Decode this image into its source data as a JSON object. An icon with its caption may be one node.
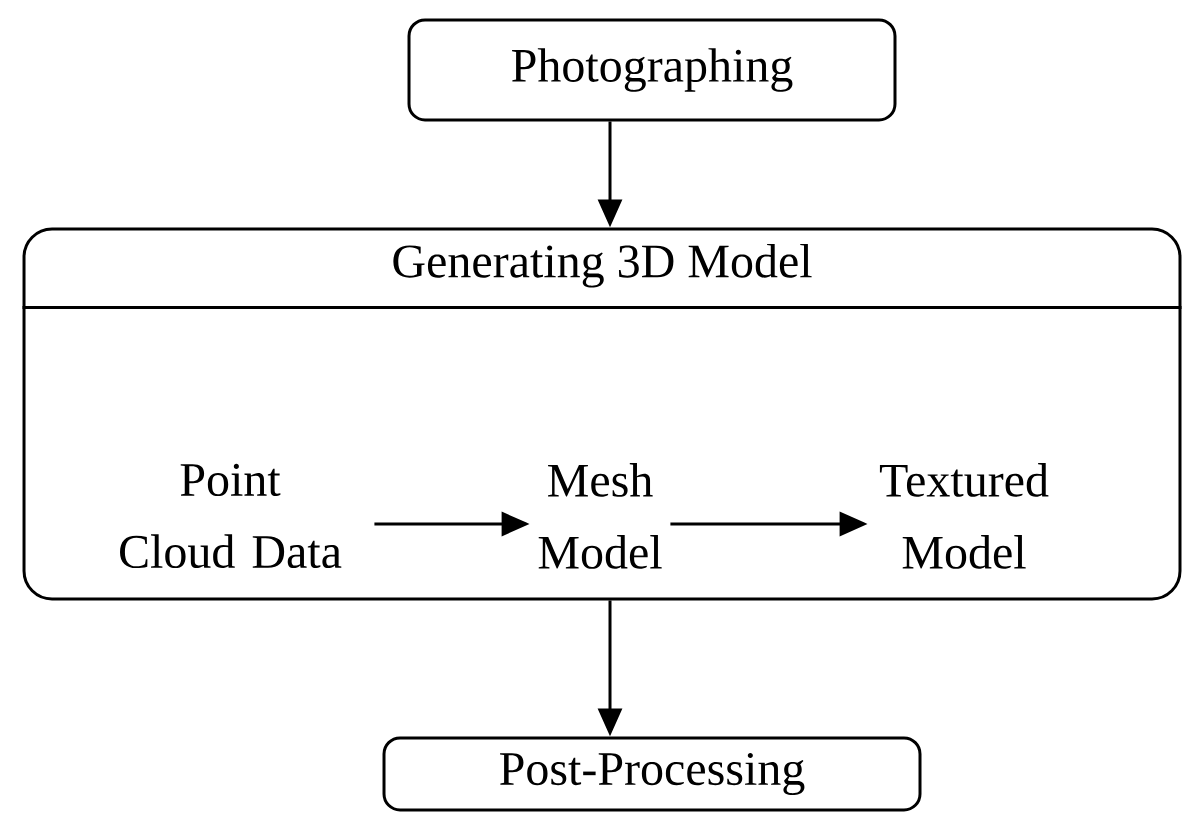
{
  "diagram": {
    "nodes": [
      {
        "text": [
          "Photographing"
        ]
      },
      {
        "text": [
          "Generating 3D Model"
        ]
      },
      {
        "text": [
          "Point Cloud Data"
        ],
        "in": 1
      },
      {
        "text": [
          "Mesh Model"
        ],
        "in": 1
      },
      {
        "text": [
          "Textured Model"
        ],
        "in": 1
      },
      {
        "text": [
          "Post-Processing"
        ]
      }
    ],
    "edges": [
      {
        "from": 0,
        "to": 1,
        "arrow": "to"
      },
      {
        "from": 2,
        "to": 3,
        "arrow": "to"
      },
      {
        "from": 3,
        "to": 4,
        "arrow": "to"
      },
      {
        "from": 1,
        "to": 5,
        "arrow": "to"
      }
    ]
  }
}
